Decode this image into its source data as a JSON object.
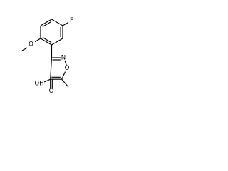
{
  "molecule": {
    "atom_labels": {
      "fluorine": "F",
      "methoxy_oxygen": "O",
      "ring_nitrogen": "N",
      "ring_oxygen": "O",
      "carboxyl": "OH",
      "carbonyl_oxygen": "O"
    },
    "bond_color": "#000000",
    "label_color": "#000000"
  }
}
